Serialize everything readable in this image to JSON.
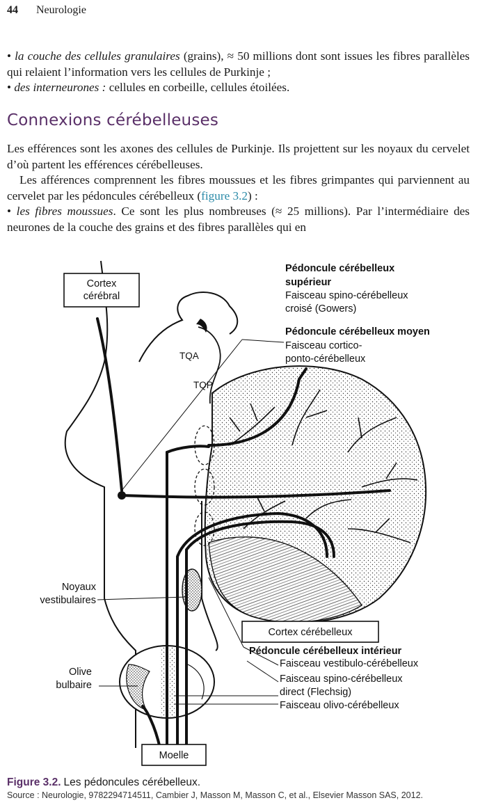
{
  "header": {
    "page_number": "44",
    "running_title": "Neurologie"
  },
  "intro_bullets": [
    {
      "bullet": "•",
      "italic": "la couche des cellules granulaires",
      "rest": " (grains), ≈ 50 millions dont sont issues les fibres parallèles qui relaient l’information vers les cellules de Purkinje ;"
    },
    {
      "bullet": "•",
      "italic": "des interneurones :",
      "rest": " cellules en corbeille, cellules étoilées."
    }
  ],
  "section": {
    "title": "Connexions cérébelleuses",
    "para1": "Les efférences sont les axones des cellules de Purkinje. Ils projettent sur les noyaux du cervelet d’où partent les efférences cérébelleuses.",
    "para2_before": "Les afférences comprennent les fibres moussues et les fibres grimpantes qui parviennent au cervelet par les pédoncules cérébelleux (",
    "para2_link": "figure 3.2",
    "para2_after": ") :",
    "bullet3_mark": "•",
    "bullet3_italic": "les fibres moussues",
    "bullet3_rest": ". Ce sont les plus nombreuses (≈ 25 millions). Par l’intermédiaire des neurones de la couche des grains et des fibres parallèles qui en"
  },
  "figure": {
    "labels": {
      "cortex_cerebral_1": "Cortex",
      "cortex_cerebral_2": "cérébral",
      "psup_title_1": "Pédoncule cérébelleux",
      "psup_title_2": "supérieur",
      "psup_sub_1": "Faisceau spino-cérébelleux",
      "psup_sub_2": "croisé (Gowers)",
      "pmoy_title": "Pédoncule cérébelleux moyen",
      "pmoy_sub_1": "Faisceau cortico-",
      "pmoy_sub_2": "ponto-cérébelleux",
      "tqa": "TQA",
      "tqp": "TQP",
      "noyaux_1": "Noyaux",
      "noyaux_2": "vestibulaires",
      "cortex_cerebelleux": "Cortex cérébelleux",
      "pinf_title": "Pédoncule cérébelleux intérieur",
      "pinf_sub_1": "Faisceau vestibulo-cérébelleux",
      "pinf_sub_2": "Faisceau spino-cérébelleux",
      "pinf_sub_3": "direct (Flechsig)",
      "pinf_sub_4": "Faisceau olivo-cérébelleux",
      "olive_1": "Olive",
      "olive_2": "bulbaire",
      "moelle": "Moelle"
    }
  },
  "caption": {
    "label": "Figure 3.2.",
    "text": "Les pédoncules cérébelleux.",
    "source": "Source : Neurologie, 9782294714511, Cambier J, Masson M, Masson C, et al., Elsevier Masson SAS, 2012."
  }
}
